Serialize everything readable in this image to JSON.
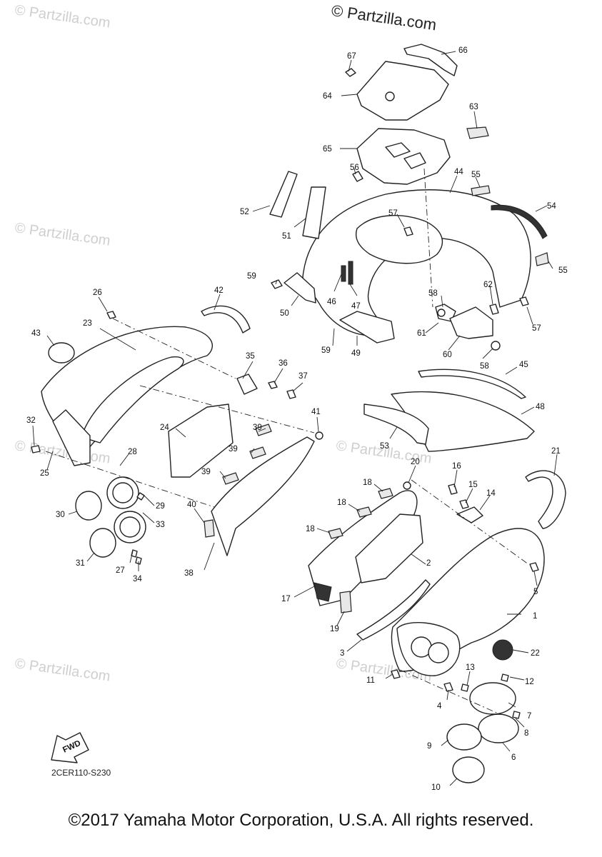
{
  "header_watermark": "© Partzilla.com",
  "faint_watermark": "© Partzilla.com",
  "diagram_code": "2CER110-S230",
  "fwd_label": "FWD",
  "copyright": "©2017 Yamaha Motor Corporation, U.S.A. All rights reserved.",
  "callouts": [
    "1",
    "2",
    "3",
    "4",
    "5",
    "6",
    "7",
    "8",
    "9",
    "10",
    "11",
    "12",
    "13",
    "14",
    "15",
    "16",
    "17",
    "18",
    "18",
    "18",
    "19",
    "20",
    "21",
    "22",
    "23",
    "24",
    "25",
    "26",
    "27",
    "28",
    "29",
    "30",
    "31",
    "32",
    "33",
    "34",
    "35",
    "36",
    "37",
    "38",
    "39",
    "39",
    "39",
    "40",
    "41",
    "42",
    "43",
    "44",
    "45",
    "46",
    "47",
    "48",
    "49",
    "50",
    "51",
    "52",
    "53",
    "54",
    "55",
    "55",
    "56",
    "57",
    "57",
    "58",
    "58",
    "59",
    "59",
    "60",
    "61",
    "62",
    "63",
    "64",
    "65",
    "66",
    "67"
  ],
  "colors": {
    "line": "#222222",
    "background": "#ffffff",
    "watermark": "#cfcfcf"
  }
}
